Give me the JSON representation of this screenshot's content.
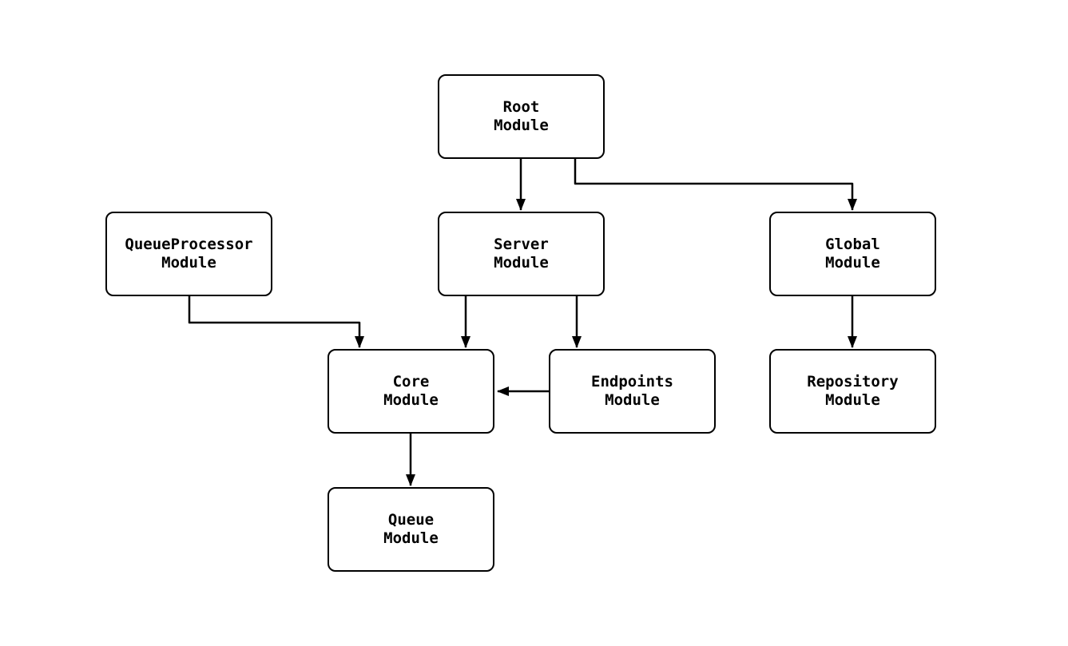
{
  "diagram": {
    "type": "module-dependency-graph",
    "nodes": [
      {
        "id": "root",
        "label": "Root\nModule"
      },
      {
        "id": "queueprocessor",
        "label": "QueueProcessor\nModule"
      },
      {
        "id": "server",
        "label": "Server\nModule"
      },
      {
        "id": "global",
        "label": "Global\nModule"
      },
      {
        "id": "core",
        "label": "Core\nModule"
      },
      {
        "id": "endpoints",
        "label": "Endpoints\nModule"
      },
      {
        "id": "repository",
        "label": "Repository\nModule"
      },
      {
        "id": "queue",
        "label": "Queue\nModule"
      }
    ],
    "edges": [
      {
        "from": "root",
        "to": "server"
      },
      {
        "from": "root",
        "to": "global"
      },
      {
        "from": "queueprocessor",
        "to": "core"
      },
      {
        "from": "server",
        "to": "core"
      },
      {
        "from": "server",
        "to": "endpoints"
      },
      {
        "from": "endpoints",
        "to": "core"
      },
      {
        "from": "global",
        "to": "repository"
      },
      {
        "from": "core",
        "to": "queue"
      }
    ],
    "colors": {
      "background": "#ffffff",
      "node_fill": "#ffffff",
      "node_border": "#000000",
      "edge": "#000000",
      "text": "#000000"
    }
  }
}
